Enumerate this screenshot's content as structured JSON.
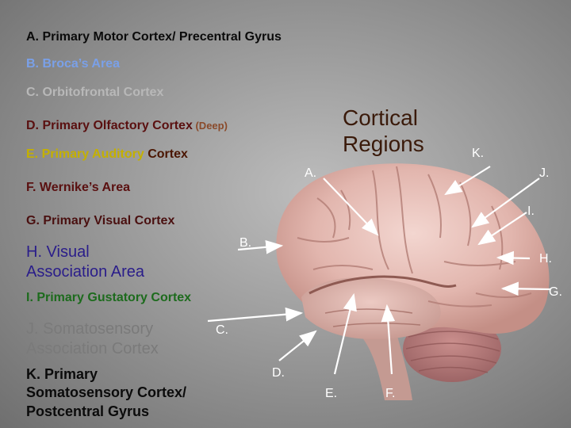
{
  "title_lines": [
    "Cortical",
    "Regions"
  ],
  "terms": {
    "a": "A.  Primary Motor Cortex/ Precentral Gyrus",
    "b": "B.  Broca’s Area",
    "c": "C.  Orbitofrontal Cortex",
    "d_main": "D.  Primary Olfactory Cortex",
    "d_note": " (Deep)",
    "e_prefix": "E.  Primary Auditory",
    "e_suffix": " Cortex",
    "f": "F.  Wernike’s Area",
    "g": "G.  Primary Visual Cortex",
    "h_line1": "H.  Visual",
    "h_line2": "Association Area",
    "i": "I.  Primary Gustatory Cortex",
    "j_line1": "J.  Somatosensory",
    "j_line2": "Association Cortex",
    "k_line1": "K.  Primary",
    "k_line2": "Somatosensory Cortex/",
    "k_line3": "Postcentral Gyrus"
  },
  "labels": {
    "a": "A.",
    "b": "B.",
    "c": "C.",
    "d": "D.",
    "e": "E.",
    "f": "F.",
    "g": "G.",
    "h": "H.",
    "i": "I.",
    "j": "J.",
    "k": "K."
  },
  "colors": {
    "a": "#0b0b0b",
    "b": "#7aa0e8",
    "c": "#b8b8b8",
    "d": "#5a1010",
    "d_note": "#8a4a2a",
    "e_prefix": "#c4b000",
    "e_suffix": "#4a1500",
    "f": "#5a1010",
    "g": "#4a1010",
    "h": "#2a1d8a",
    "i": "#1d6b1d",
    "j": "#7a7a7a",
    "k": "#0b0b0b"
  }
}
